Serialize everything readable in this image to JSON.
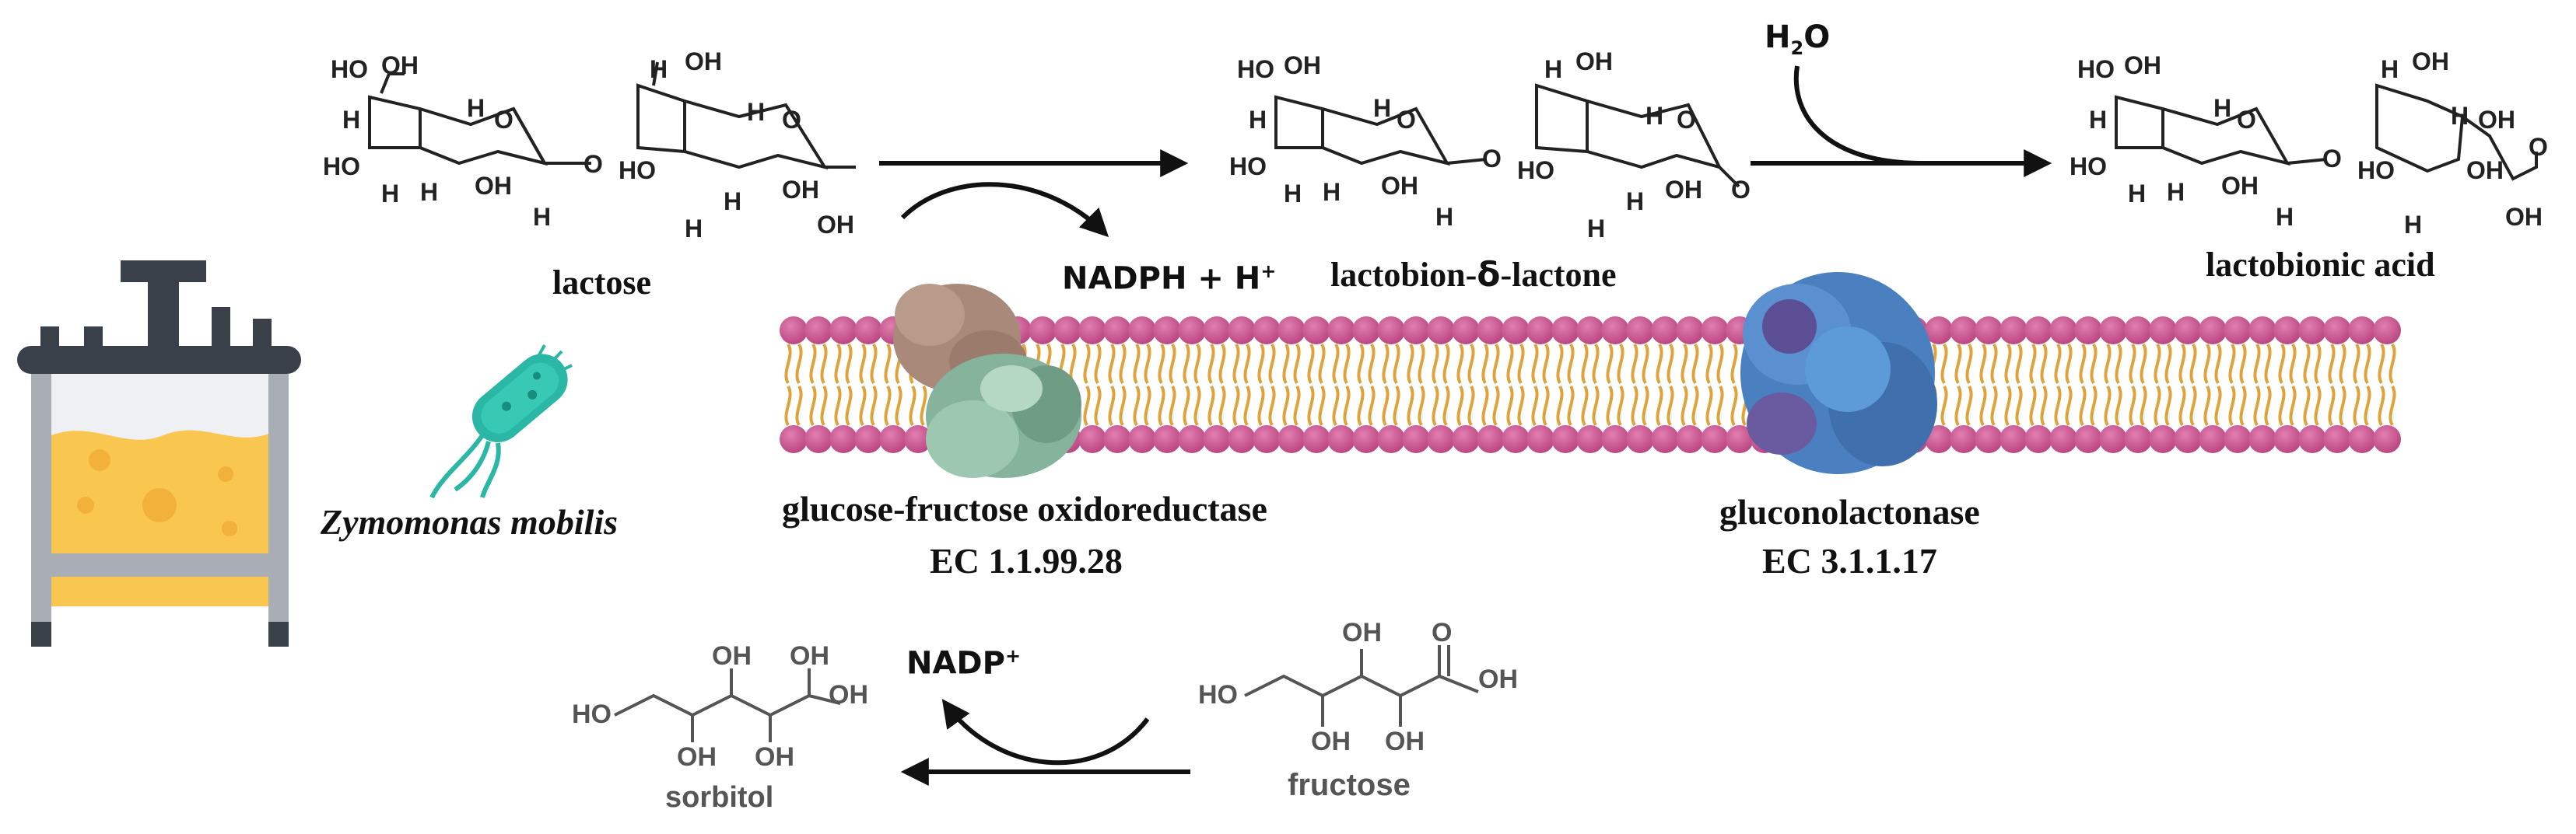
{
  "compounds": {
    "lactose": "lactose",
    "lactobion_lactone_prefix": "lactobion-",
    "delta": "δ",
    "lactobion_lactone_suffix": "-lactone",
    "lactobionic_acid": "lactobionic acid",
    "sorbitol": "sorbitol",
    "fructose": "fructose"
  },
  "cofactors": {
    "nadph": "NADPH + H",
    "nadph_sup": "+",
    "h2o_h": "H",
    "h2o_sub": "2",
    "h2o_o": "O",
    "nadp": "NADP",
    "nadp_sup": "+"
  },
  "organism": "Zymomonas mobilis",
  "enzymes": {
    "gfor_name": "glucose-fructose oxidoreductase",
    "gfor_ec": "EC 1.1.99.28",
    "gl_name": "gluconolactonase",
    "gl_ec": "EC 3.1.1.17"
  },
  "structure_atoms": {
    "HO": "HO",
    "OH": "OH",
    "H": "H",
    "O": "O"
  },
  "colors": {
    "lipid_head": "#c9508e",
    "lipid_tail": "#e0a33a",
    "enzyme1_top": "#a8897a",
    "enzyme1_bottom": "#86b39b",
    "enzyme2": "#4a80c0",
    "bacterium": "#2bb7a5",
    "reactor_liquid": "#f9c74f",
    "reactor_frame": "#3a4049"
  },
  "icons": [
    "bioreactor-icon",
    "bacterium-icon",
    "enzyme-gfor-icon",
    "enzyme-gluconolactonase-icon"
  ]
}
